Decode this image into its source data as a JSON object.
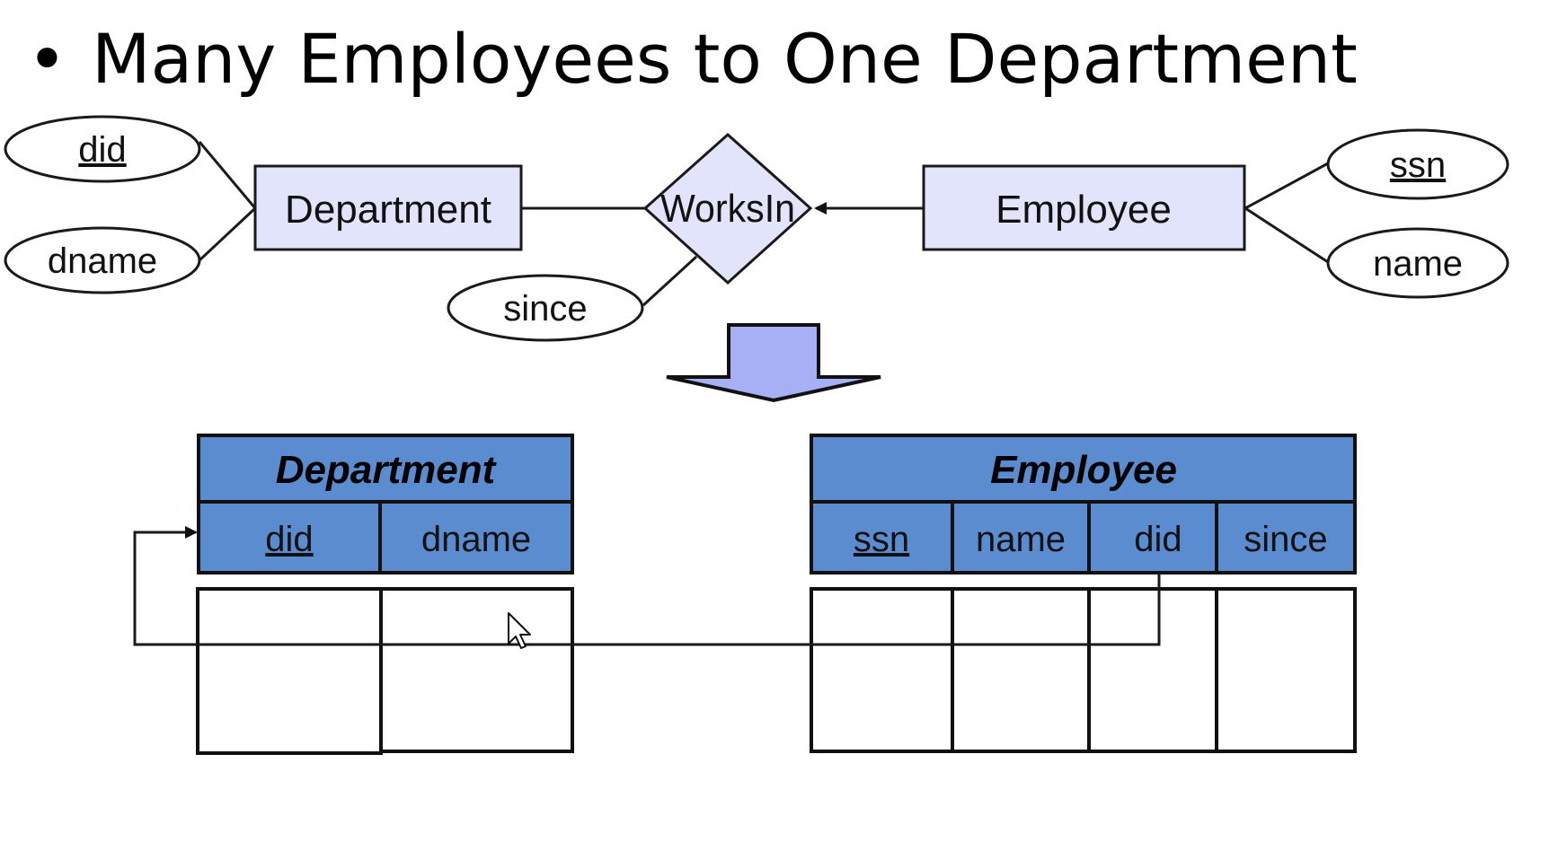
{
  "title": "Many Employees to One Department",
  "bullet": "•",
  "er": {
    "entities": {
      "department": "Department",
      "employee": "Employee"
    },
    "relationship": "WorksIn",
    "attributes": {
      "did": "did",
      "dname": "dname",
      "ssn": "ssn",
      "name": "name",
      "since": "since"
    }
  },
  "tables": {
    "department": {
      "title": "Department",
      "columns": [
        "did",
        "dname"
      ]
    },
    "employee": {
      "title": "Employee",
      "columns": [
        "ssn",
        "name",
        "did",
        "since"
      ]
    }
  },
  "colors": {
    "entity_fill": "#e1e4fb",
    "arrow_fill": "#a8b0f5",
    "table_header": "#5b8ccf"
  }
}
